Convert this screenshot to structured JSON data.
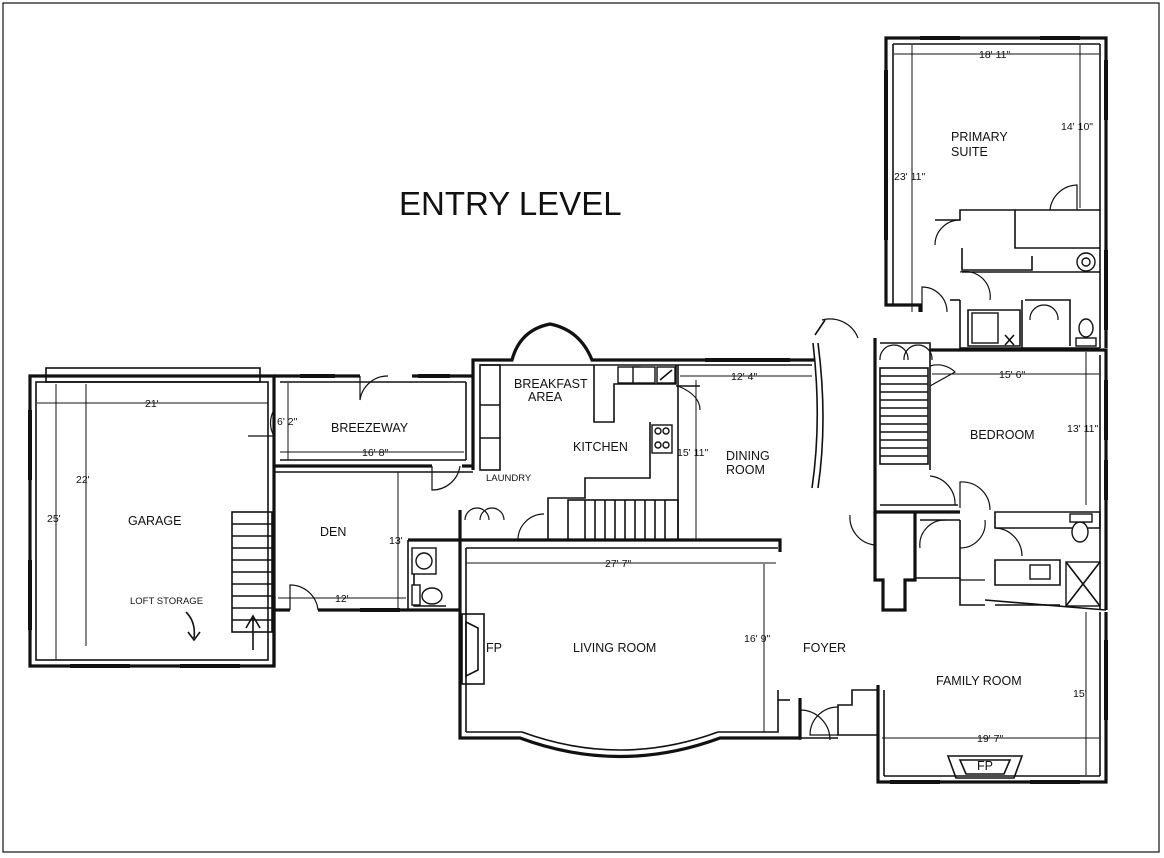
{
  "title": "ENTRY LEVEL",
  "rooms": {
    "primary_suite_1": "PRIMARY",
    "primary_suite_2": "SUITE",
    "breakfast_1": "BREAKFAST",
    "breakfast_2": "AREA",
    "kitchen": "KITCHEN",
    "dining_1": "DINING",
    "dining_2": "ROOM",
    "bedroom": "BEDROOM",
    "breezeway": "BREEZEWAY",
    "laundry": "LAUNDRY",
    "garage": "GARAGE",
    "loft_storage": "LOFT STORAGE",
    "den": "DEN",
    "living_room": "LIVING ROOM",
    "fp_living": "FP",
    "foyer": "FOYER",
    "family_room": "FAMILY ROOM",
    "fp_family": "FP"
  },
  "dimensions": {
    "primary_width": "18' 11\"",
    "primary_depth": "14' 10\"",
    "primary_length": "23' 11\"",
    "dining_width": "12' 4\"",
    "dining_depth": "15' 11\"",
    "bedroom_width": "15' 6\"",
    "bedroom_depth": "13' 11\"",
    "garage_width": "21'",
    "garage_inner": "22'",
    "garage_depth": "25'",
    "breezeway_depth": "6' 2\"",
    "breezeway_length": "16' 8\"",
    "den_depth": "13'",
    "den_width": "12'",
    "living_width": "27' 7\"",
    "living_depth": "16' 9\"",
    "family_depth": "15'",
    "family_width": "19' 7\""
  }
}
